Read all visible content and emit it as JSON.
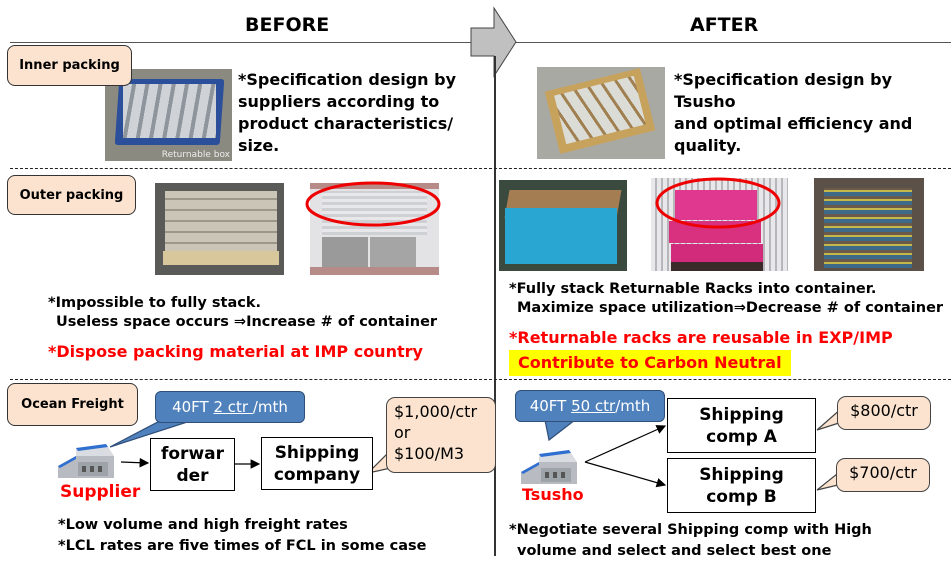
{
  "headers": {
    "before": "BEFORE",
    "after": "AFTER"
  },
  "sections": {
    "inner": {
      "label": "Inner packing"
    },
    "outer": {
      "label": "Outer packing"
    },
    "freight": {
      "label": "Ocean Freight"
    }
  },
  "before": {
    "inner_photo_caption": "Returnable box",
    "inner_text": [
      "*Specification design by",
      "suppliers according to",
      "product characteristics/",
      "size."
    ],
    "outer_text": [
      "*Impossible to fully stack.",
      "Useless space occurs ⇒Increase # of container"
    ],
    "outer_red": "*Dispose packing material at IMP country",
    "freight": {
      "volume": {
        "prefix": "40FT ",
        "qty": "2 ctr ",
        "suffix": "/mth"
      },
      "origin": "Supplier",
      "forwarder": [
        "forwar",
        "der"
      ],
      "shipping": [
        "Shipping",
        "company"
      ],
      "price": [
        "$1,000/ctr",
        "or",
        "$100/M3"
      ],
      "notes": [
        "*Low volume and high freight rates",
        "*LCL rates are five times of FCL in some case"
      ]
    }
  },
  "after": {
    "inner_text": [
      "*Specification design by Tsusho",
      "and optimal efficiency and",
      "quality."
    ],
    "outer_text": [
      "*Fully stack Returnable Racks into container.",
      "Maximize space utilization⇒Decrease # of container"
    ],
    "outer_red": "*Returnable racks are reusable in EXP/IMP",
    "highlight": "Contribute to Carbon Neutral",
    "freight": {
      "volume": {
        "prefix": "40FT ",
        "qty": "50 ctr",
        "suffix": "/mth"
      },
      "origin": "Tsusho",
      "comp_a": [
        "Shipping",
        "comp A"
      ],
      "comp_b": [
        "Shipping",
        "comp B"
      ],
      "price_a": "$800/ctr",
      "price_b": "$700/ctr",
      "notes": [
        "*Negotiate several Shipping comp with High",
        "volume and select and select best one"
      ]
    }
  },
  "colors": {
    "tag_fill": "#fbe3cf",
    "bubble_blue": "#4f81bd",
    "red": "#ff0000",
    "highlight": "#ffff00",
    "arrow_gray": "#c0c0c0"
  }
}
